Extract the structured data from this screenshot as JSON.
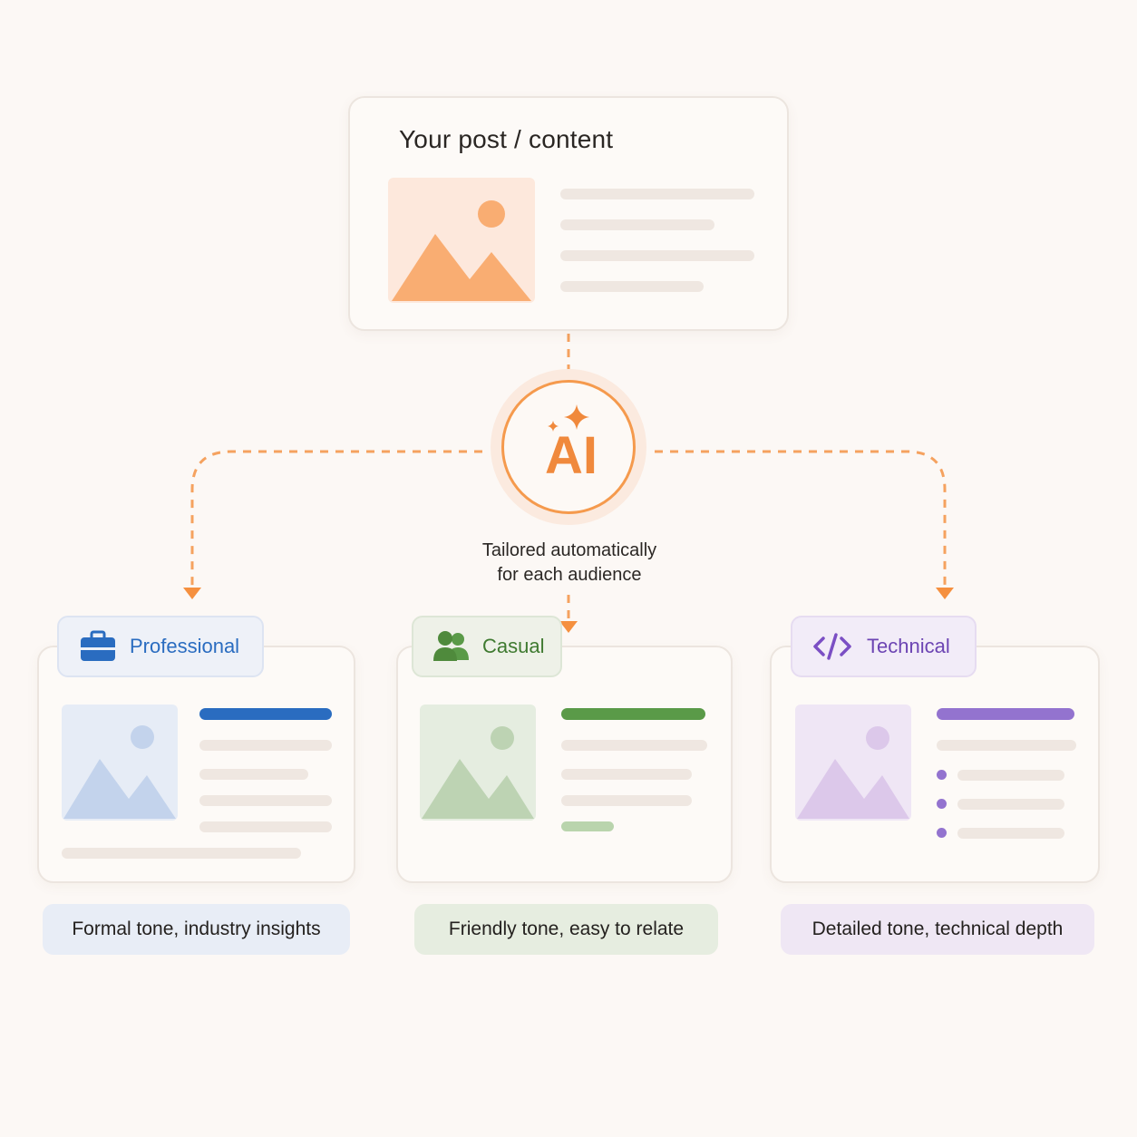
{
  "source": {
    "title": "Your post / content",
    "image_icon": "landscape-image-icon",
    "accent": "#f7a56a"
  },
  "ai": {
    "label": "AI",
    "icon": "sparkle-icon",
    "caption_line1": "Tailored automatically",
    "caption_line2": "for each audience",
    "accent": "#f59a4d"
  },
  "outputs": [
    {
      "label": "Professional",
      "icon": "briefcase-icon",
      "description": "Formal tone, industry insights",
      "accent": "#2a6cc0"
    },
    {
      "label": "Casual",
      "icon": "people-icon",
      "description": "Friendly tone, easy to relate",
      "accent": "#4f8a3c"
    },
    {
      "label": "Technical",
      "icon": "code-icon",
      "description": "Detailed tone, technical depth",
      "accent": "#7b4fc4"
    }
  ]
}
